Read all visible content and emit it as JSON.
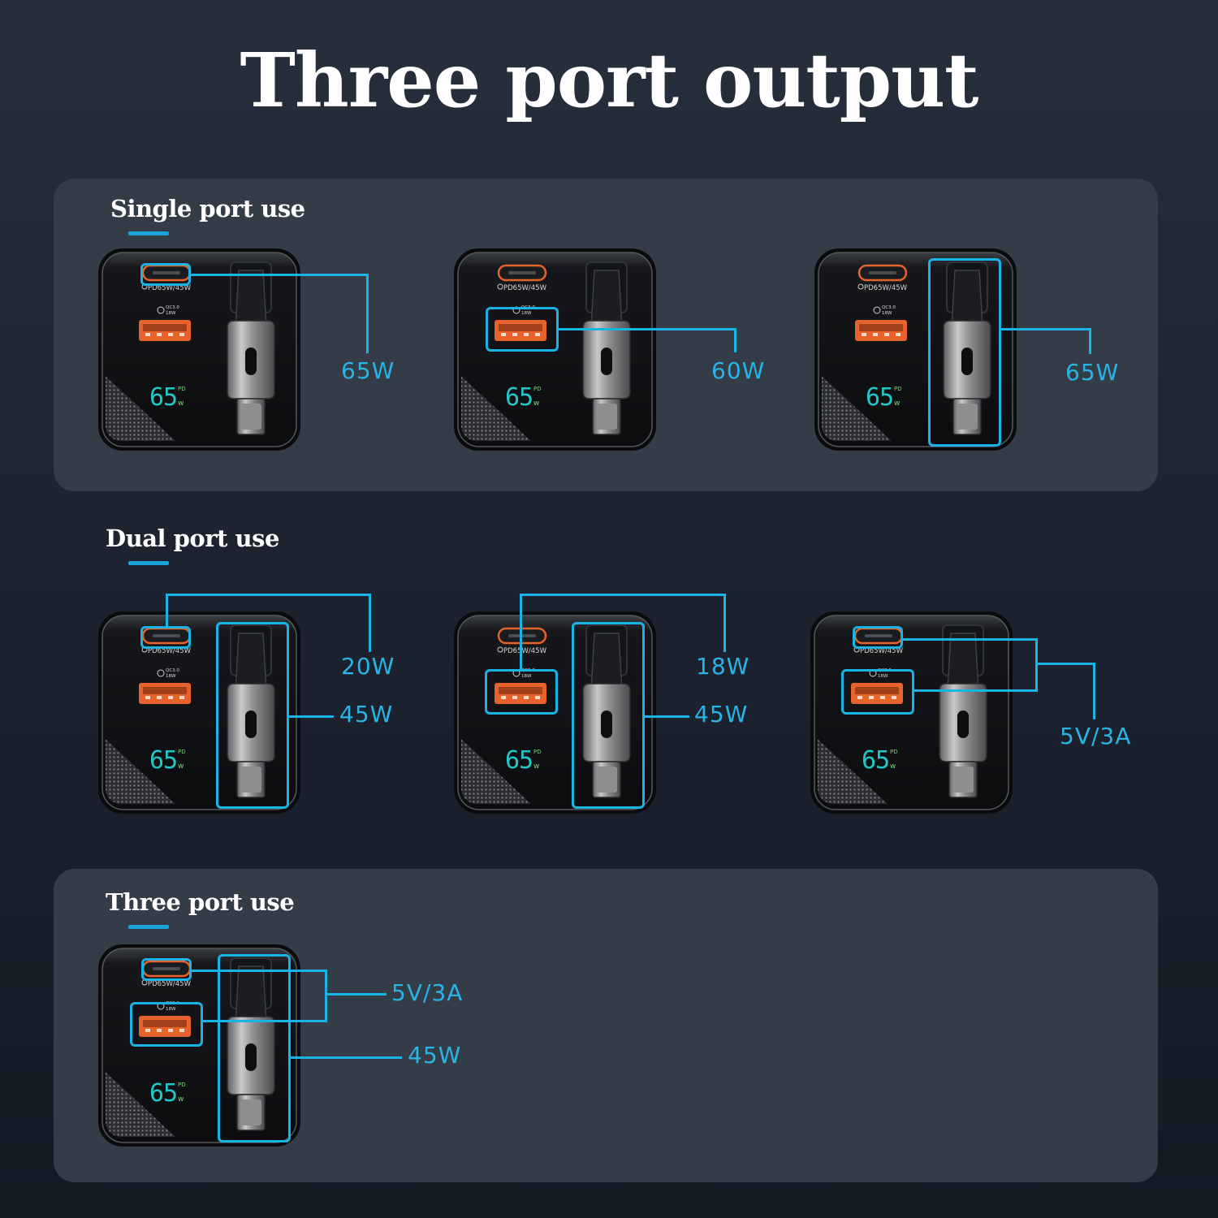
{
  "title": "Three port output",
  "colors": {
    "accent": "#19b3e6",
    "usb_a": "#e8632b",
    "display": "#23c6c9",
    "panel": "#343c48"
  },
  "charger": {
    "type_c_marking": "PD65W/45W",
    "qc_marking": "QC3.0 18W",
    "display_value": "65",
    "display_unit_top": "PD",
    "display_unit_bottom": "w"
  },
  "sections": {
    "single": {
      "title": "Single port use",
      "items": [
        {
          "port": "USB-C",
          "label": "65W"
        },
        {
          "port": "USB-A",
          "label": "60W"
        },
        {
          "port": "Retractable USB-C cable",
          "label": "65W"
        }
      ]
    },
    "dual": {
      "title": "Dual port use",
      "items": [
        {
          "ports": [
            "USB-C",
            "Cable"
          ],
          "labels": [
            "20W",
            "45W"
          ]
        },
        {
          "ports": [
            "USB-A",
            "Cable"
          ],
          "labels": [
            "18W",
            "45W"
          ]
        },
        {
          "ports": [
            "USB-C",
            "USB-A"
          ],
          "labels": [
            "5V/3A"
          ]
        }
      ]
    },
    "three": {
      "title": "Three port use",
      "labels": [
        "5V/3A",
        "45W"
      ]
    }
  }
}
